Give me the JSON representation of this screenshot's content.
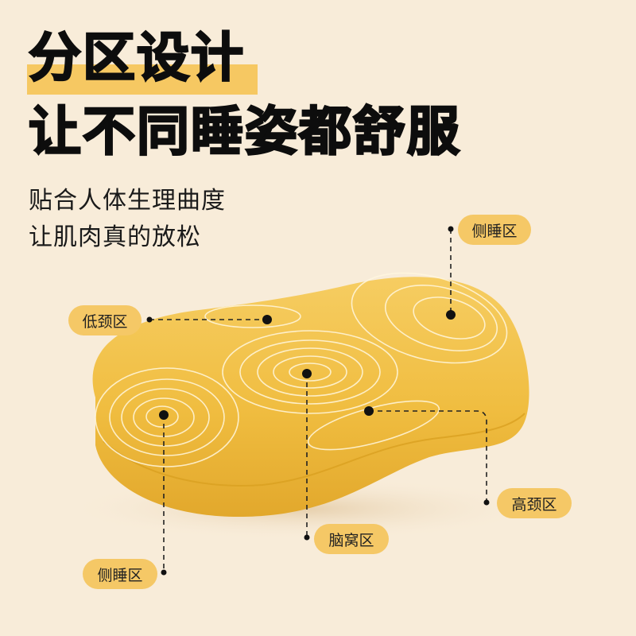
{
  "headline": {
    "line1": "分区设计",
    "line2": "让不同睡姿都舒服"
  },
  "subtitle": {
    "line1": "贴合人体生理曲度",
    "line2": "让肌肉真的放松"
  },
  "labels": {
    "side_sleep_top": "侧睡区",
    "low_neck": "低颈区",
    "high_neck": "高颈区",
    "head_hollow": "脑窝区",
    "side_sleep_bottom": "侧睡区"
  },
  "colors": {
    "background": "#f8ecd9",
    "highlight": "#f6c862",
    "pillow": "#f0bc3e",
    "label_bg": "#f5c866",
    "text": "#0d0d0d"
  }
}
